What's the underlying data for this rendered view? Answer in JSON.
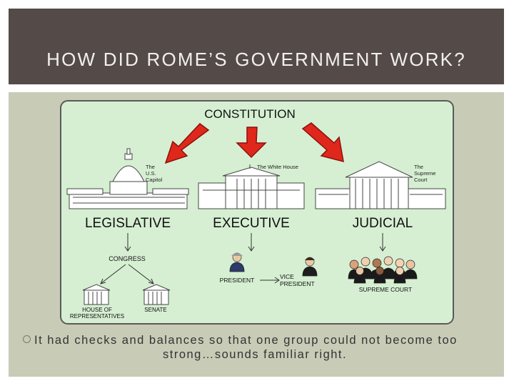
{
  "slide": {
    "title": "HOW DID ROME’S GOVERNMENT WORK?",
    "bullet_line1": "It had checks and balances so that one group could not become too",
    "bullet_line2": "strong…sounds familiar right."
  },
  "diagram": {
    "top_label": "CONSTITUTION",
    "branches": {
      "legislative": "LEGISLATIVE",
      "executive": "EXECUTIVE",
      "judicial": "JUDICIAL"
    },
    "building_captions": {
      "capitol": [
        "The",
        "U.S.",
        "Capitol"
      ],
      "white_house": "The White House",
      "supreme_court": [
        "The",
        "Supreme",
        "Court"
      ]
    },
    "legislative_parts": {
      "congress": "CONGRESS",
      "house": [
        "HOUSE OF",
        "REPRESENTATIVES"
      ],
      "senate": "SENATE"
    },
    "executive_parts": {
      "president": "PRESIDENT",
      "vice_president": [
        "VICE",
        "PRESIDENT"
      ]
    },
    "judicial_parts": {
      "supreme_court": "SUPREME COURT"
    }
  },
  "colors": {
    "title_bar": "#544b48",
    "panel": "#c8ccb7",
    "diagram_bg": "#d6efd2",
    "arrow_red": "#e0271c"
  }
}
